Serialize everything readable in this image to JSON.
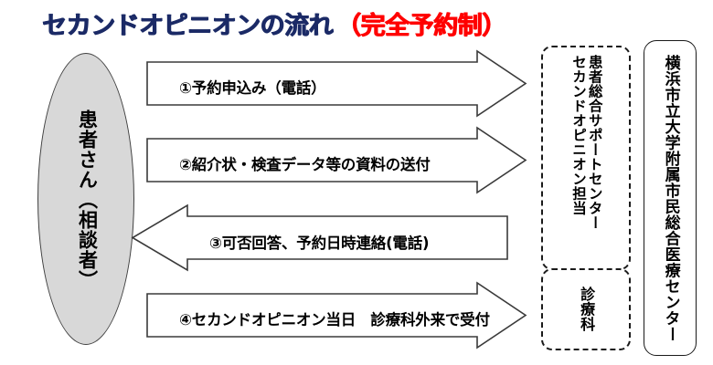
{
  "title": {
    "main": "セカンドオピニオンの流れ",
    "sub": "（完全予約制）",
    "main_color": "#1b2a66",
    "sub_color": "#ff0000"
  },
  "patient": {
    "label": "患者さん（相談者）",
    "fill_color": "#d8d8d8"
  },
  "arrows": [
    {
      "id": "arrow-1",
      "number": "①",
      "label": "①予約申込み（電話）",
      "direction": "right"
    },
    {
      "id": "arrow-2",
      "number": "②",
      "label": "②紹介状・検査データ等の資料の送付",
      "direction": "right"
    },
    {
      "id": "arrow-3",
      "number": "③",
      "label": "③可否回答、予約日時連絡(電話)",
      "direction": "left"
    },
    {
      "id": "arrow-4",
      "number": "④",
      "label": "④セカンドオピニオン当日　診療科外来で受付",
      "direction": "right"
    }
  ],
  "support_center": {
    "line1": "患者総合サポートセンター",
    "line2": "セカンドオピニオン担当"
  },
  "department": {
    "label": "診療科"
  },
  "hospital": {
    "label": "横浜市立大学附属市民総合医療センター"
  }
}
